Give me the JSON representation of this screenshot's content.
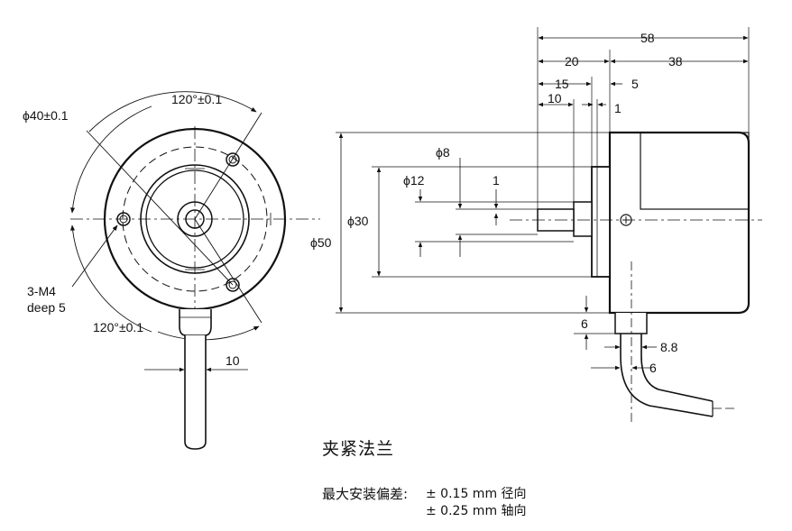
{
  "front_view": {
    "pcd_label": "ϕ40±0.1",
    "angle_top_label": "120°±0.1",
    "angle_bottom_label": "120°±0.1",
    "tap_label_line1": "3-M4",
    "tap_label_line2": "deep 5",
    "cable_width_label": "10"
  },
  "side_view": {
    "overall_length_label": "58",
    "front_length_label": "20",
    "body_length_label": "38",
    "shaft_15_label": "15",
    "shaft_5_label": "5",
    "shaft_10_label": "10",
    "flange_1_label": "1",
    "shaft_dia_label": "ϕ8",
    "boss_dia_label": "ϕ12",
    "step_1_label": "1",
    "flange_dia_label": "ϕ30",
    "body_dia_label": "ϕ50",
    "cable_6_label": "6",
    "cable_88_label": "8.8",
    "cable_6b_label": "6"
  },
  "notes": {
    "title": "夹紧法兰",
    "tolerance_label": "最大安装偏差:",
    "tolerance_radial": "± 0.15 mm 径向",
    "tolerance_axial": "± 0.25 mm 轴向"
  }
}
